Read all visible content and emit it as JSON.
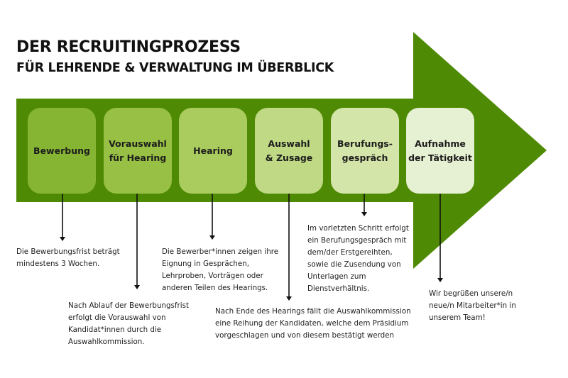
{
  "header": {
    "title": "DER RECRUITINGPROZESS",
    "subtitle": "FÜR LEHRENDE & VERWALTUNG IM ÜBERBLICK"
  },
  "colors": {
    "arrow": "#4e8a03",
    "step_fills": [
      "#86b534",
      "#98c044",
      "#aacb5d",
      "#bfd985",
      "#d3e5a8",
      "#e6f0d2"
    ]
  },
  "steps": [
    {
      "label": "Bewerbung",
      "description": "Die Bewerbungsfrist beträgt\nmindestens 3 Wochen."
    },
    {
      "label": "Vorauswahl\nfür Hearing",
      "description": "Nach Ablauf der Bewerbungsfrist\nerfolgt die Vorauswahl von\nKandidat*innen durch die\nAuswahlkommission."
    },
    {
      "label": "Hearing",
      "description": "Die Bewerber*innen zeigen ihre\nEignung in Gesprächen,\nLehrproben, Vorträgen oder\nanderen Teilen des Hearings."
    },
    {
      "label": "Auswahl\n& Zusage",
      "description": "Nach Ende des Hearings fällt die Auswahlkommission\neine Reihung der Kandidaten, welche dem Präsidium\nvorgeschlagen und von diesem bestätigt werden"
    },
    {
      "label": "Berufungs-\ngespräch",
      "description": "Im vorletzten Schritt erfolgt\nein Berufungsgespräch mit\ndem/der Erstgereihten,\nsowie die Zusendung von\nUnterlagen zum\nDienstverhältnis."
    },
    {
      "label": "Aufnahme\nder Tätigkeit",
      "description": "Wir begrüßen unsere/n\nneue/n Mitarbeiter*in in\nunserem Team!"
    }
  ]
}
